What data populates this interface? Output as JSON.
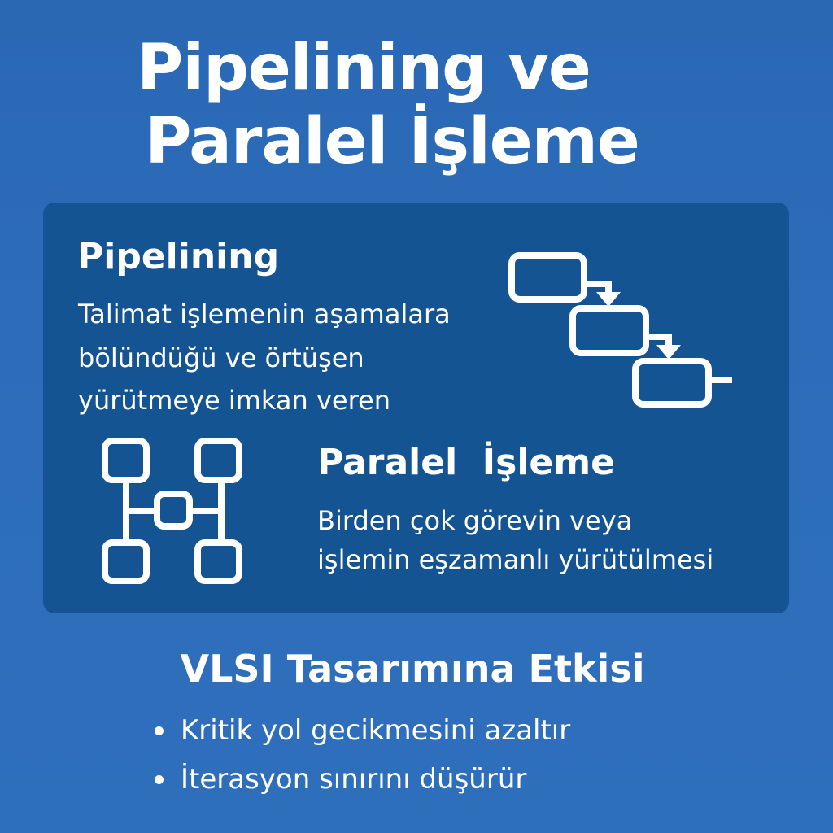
{
  "title": {
    "line1": "Pipelining ve",
    "line2": "Paralel İşleme"
  },
  "pipelining": {
    "heading": "Pipelining",
    "lines": [
      "Talimat işlemenin aşamalara",
      "bölündüğü ve örtüşen",
      "yürütmeye imkan veren"
    ],
    "icon": "pipeline-stages-icon"
  },
  "parallel": {
    "heading": "Paralel  İşleme",
    "lines": [
      "Birden çok görevin veya",
      "işlemin eşzamanlı yürütülmesi"
    ],
    "icon": "parallel-network-icon"
  },
  "impact": {
    "heading": "VLSI Tasarımına Etkisi",
    "bullets": [
      "Kritik yol gecikmesini azaltır",
      "İterasyon sınırını düşürür"
    ]
  },
  "colors": {
    "background": "#2c6cb9",
    "card": "#155493",
    "text": "#ffffff"
  }
}
